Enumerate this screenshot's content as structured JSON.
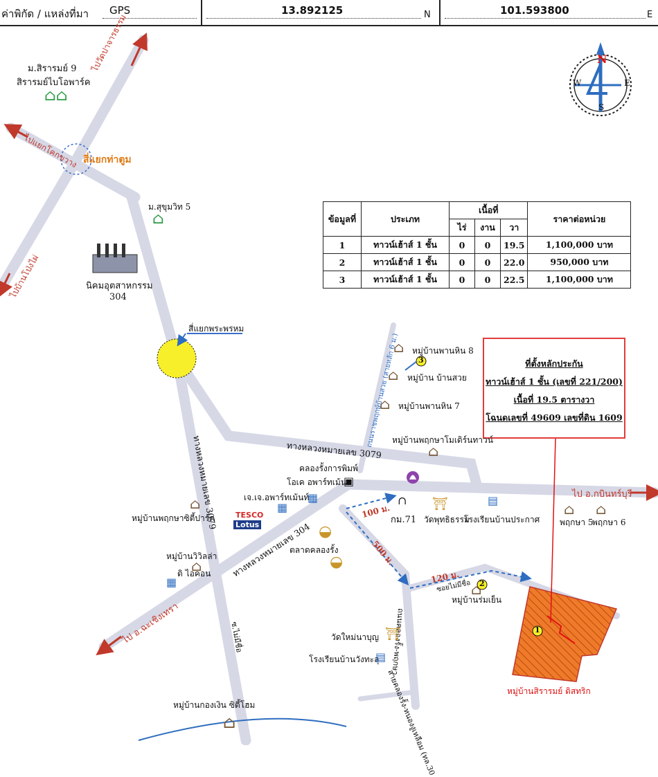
{
  "header": {
    "coord_label": "ค่าพิกัด / แหล่งที่มา",
    "source": "GPS",
    "lat_value": "13.892125",
    "lat_dir": "N",
    "lon_value": "101.593800",
    "lon_dir": "E"
  },
  "compass": {
    "n": "N",
    "s": "S",
    "e": "E",
    "w": "W"
  },
  "table": {
    "headers": {
      "no": "ข้อมูลที่",
      "type": "ประเภท",
      "area": "เนื้อที่",
      "rai": "ไร่",
      "ngan": "งาน",
      "wa": "วา",
      "price": "ราคาต่อหน่วย"
    },
    "rows": [
      {
        "no": "1",
        "type": "ทาวน์เฮ้าส์ 1 ชั้น",
        "rai": "0",
        "ngan": "0",
        "wa": "19.5",
        "price": "1,100,000 บาท"
      },
      {
        "no": "2",
        "type": "ทาวน์เฮ้าส์ 1 ชั้น",
        "rai": "0",
        "ngan": "0",
        "wa": "22.0",
        "price": "950,000 บาท"
      },
      {
        "no": "3",
        "type": "ทาวน์เฮ้าส์ 1 ชั้น",
        "rai": "0",
        "ngan": "0",
        "wa": "22.5",
        "price": "1,100,000 บาท"
      }
    ]
  },
  "info": {
    "line1": "ที่ตั้งหลักประกัน",
    "line2": "ทาวน์เฮ้าส์ 1 ชั้น (เลขที่ 221/200)",
    "line3": "เนื้อที่ 19.5 ตารางวา",
    "line4": "โฉนดเลขที่ 49609 เลขที่ดิน 1609"
  },
  "labels": {
    "m_sirarom9": "ม.สิรารมย์ 9",
    "sirarom_bio": "สิรารมย์ไบโอพาร์ค",
    "to_wat_prachan": "ไปวัดปาจารธรรม",
    "to_khok_khwang": "ไปแยกโคกขวาง",
    "tha_tum": "สี่แยกท่าตูม",
    "sukhumvit5": "ม.สุขุมวิท 5",
    "to_ban_pong_phai": "ไปบ้านโป่งไผ่",
    "industrial": "นิคมอุตสาหกรรม",
    "industrial_no": "304",
    "phra_phrom": "สี่แยกพระพรหม",
    "hwy3079_h": "ทางหลวงหมายเลข 3079",
    "hwy3079_v": "ทางหลวงหมายเลข 3079",
    "hwy304": "ทางหลวงหมายเลข 304",
    "road_ban": "ถนนราชพฤกษ์บ้านสวย (สายหลัก 6 ม.)",
    "phan_hin8": "หมู่บ้านพานหิน 8",
    "ban_suay": "หมู่บ้าน บ้านสวย",
    "phan_hin7": "หมู่บ้านพานหิน 7",
    "pruksa_modern": "หมู่บ้านพฤกษาโมเดิร์นทาวน์",
    "printing": "คลองรั้งการพิมพ์",
    "ok_apartment": "โอเค อพาร์ทเม้น",
    "jj_apartment": "เจ.เจ.อพาร์ทเม้นท์",
    "to_kabin": "ไป อ.กบินทร์บุรี",
    "pruksa_city": "หมู่บ้านพฤกษาซิตี้ปาร์ค",
    "tesco": "TESCO",
    "lotus": "Lotus",
    "km71": "กม.71",
    "wat_phutthi": "วัดพุทธิธรรม",
    "school_prakat": "โรงเรียนบ้านประกาศ",
    "pruksa5": "พฤกษา 5",
    "pruksa6": "พฤกษา 6",
    "d100": "100 ม.",
    "d500": "500 ม.",
    "d120": "120 ม.",
    "soi_mai": "ซอยไม่มีชื่อ",
    "rom_yen": "หมู่บ้านร่มเย็น",
    "wiwilla": "หมู่บ้านวิวิลล่า",
    "dikon": "ดิ ไอคอน",
    "market": "ตลาดคลองรั้ง",
    "to_chachoengsao": "ไป อ.ฉะเชิงเทรา",
    "soi_no_name": "ซ.ไม่มีชื่อ",
    "wat_nai": "วัดใหม่นาบุญ",
    "school_wang": "โรงเรียนบ้านวังทะลุ",
    "road_khlong_rang": "ถนนคลองรั้ง-พฤกษา",
    "road_khlong_rang2": "สายคลองรั้ง-หนองงูเหลือม (ทล.30",
    "kong_ngern": "หมู่บ้านกองเงิน ซิตี้โฮม",
    "sirarom_city": "หมู่บ้านสิรารมย์ ดิสทริก",
    "pt1": "1",
    "pt2": "2",
    "pt3": "3"
  },
  "colors": {
    "road": "#d6d8e6",
    "arrow": "#c0392b",
    "plot": "#ef7a2a",
    "route": "#2e6dbf",
    "yellow": "#f7ef2a"
  }
}
